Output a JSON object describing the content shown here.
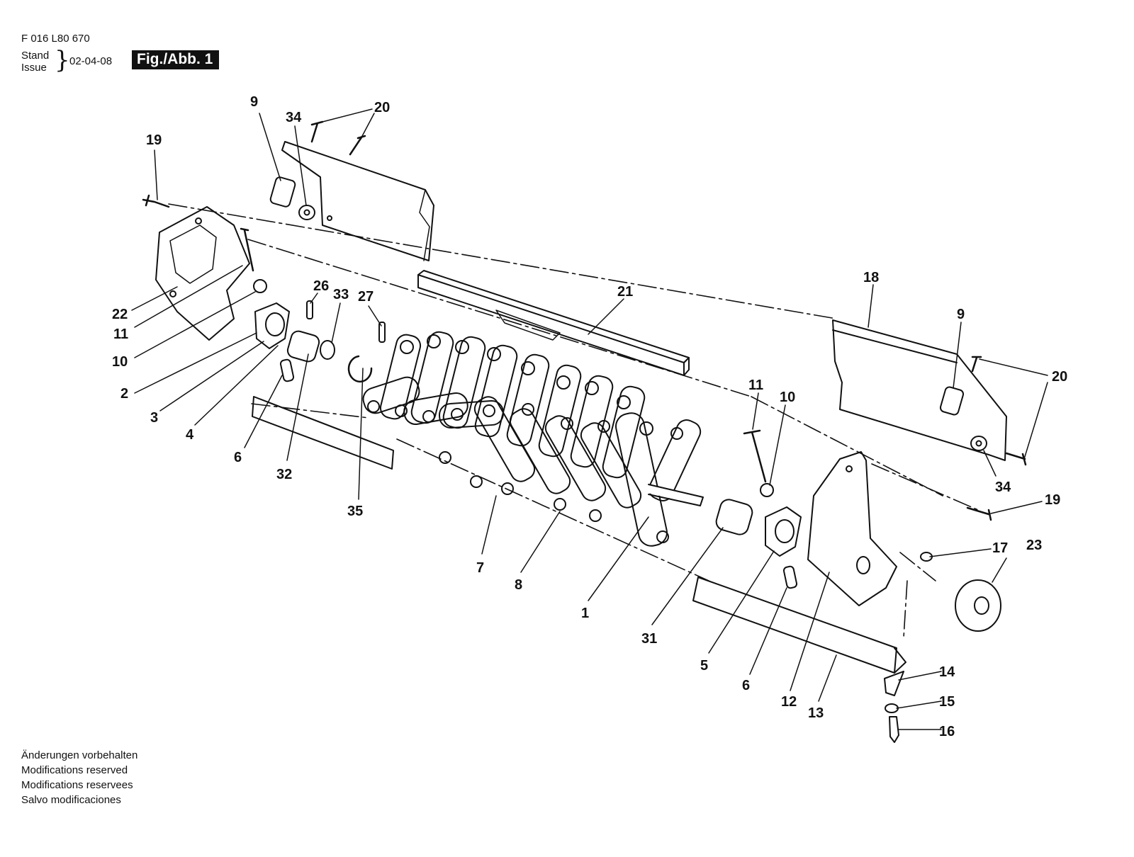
{
  "header": {
    "part_number": "F 016 L80 670",
    "stand_label": "Stand",
    "issue_label": "Issue",
    "brace": "}",
    "date": "02-04-08",
    "figure_label": "Fig./Abb. 1"
  },
  "notes": [
    "Änderungen vorbehalten",
    "Modifications reserved",
    "Modifications reservees",
    "Salvo modificaciones"
  ],
  "callouts": [
    {
      "id": "c9a",
      "text": "9"
    },
    {
      "id": "c34a",
      "text": "34"
    },
    {
      "id": "c20a",
      "text": "20"
    },
    {
      "id": "c19a",
      "text": "19"
    },
    {
      "id": "c22",
      "text": "22"
    },
    {
      "id": "c11a",
      "text": "11"
    },
    {
      "id": "c10a",
      "text": "10"
    },
    {
      "id": "c2",
      "text": "2"
    },
    {
      "id": "c3",
      "text": "3"
    },
    {
      "id": "c4",
      "text": "4"
    },
    {
      "id": "c6a",
      "text": "6"
    },
    {
      "id": "c32",
      "text": "32"
    },
    {
      "id": "c26",
      "text": "26"
    },
    {
      "id": "c33",
      "text": "33"
    },
    {
      "id": "c27",
      "text": "27"
    },
    {
      "id": "c35",
      "text": "35"
    },
    {
      "id": "c21",
      "text": "21"
    },
    {
      "id": "c18",
      "text": "18"
    },
    {
      "id": "c9b",
      "text": "9"
    },
    {
      "id": "c20b",
      "text": "20"
    },
    {
      "id": "c11b",
      "text": "11"
    },
    {
      "id": "c10b",
      "text": "10"
    },
    {
      "id": "c34b",
      "text": "34"
    },
    {
      "id": "c19b",
      "text": "19"
    },
    {
      "id": "c17",
      "text": "17"
    },
    {
      "id": "c23",
      "text": "23"
    },
    {
      "id": "c7",
      "text": "7"
    },
    {
      "id": "c8",
      "text": "8"
    },
    {
      "id": "c1",
      "text": "1"
    },
    {
      "id": "c31",
      "text": "31"
    },
    {
      "id": "c5",
      "text": "5"
    },
    {
      "id": "c6b",
      "text": "6"
    },
    {
      "id": "c12",
      "text": "12"
    },
    {
      "id": "c13",
      "text": "13"
    },
    {
      "id": "c14",
      "text": "14"
    },
    {
      "id": "c15",
      "text": "15"
    },
    {
      "id": "c16",
      "text": "16"
    }
  ]
}
